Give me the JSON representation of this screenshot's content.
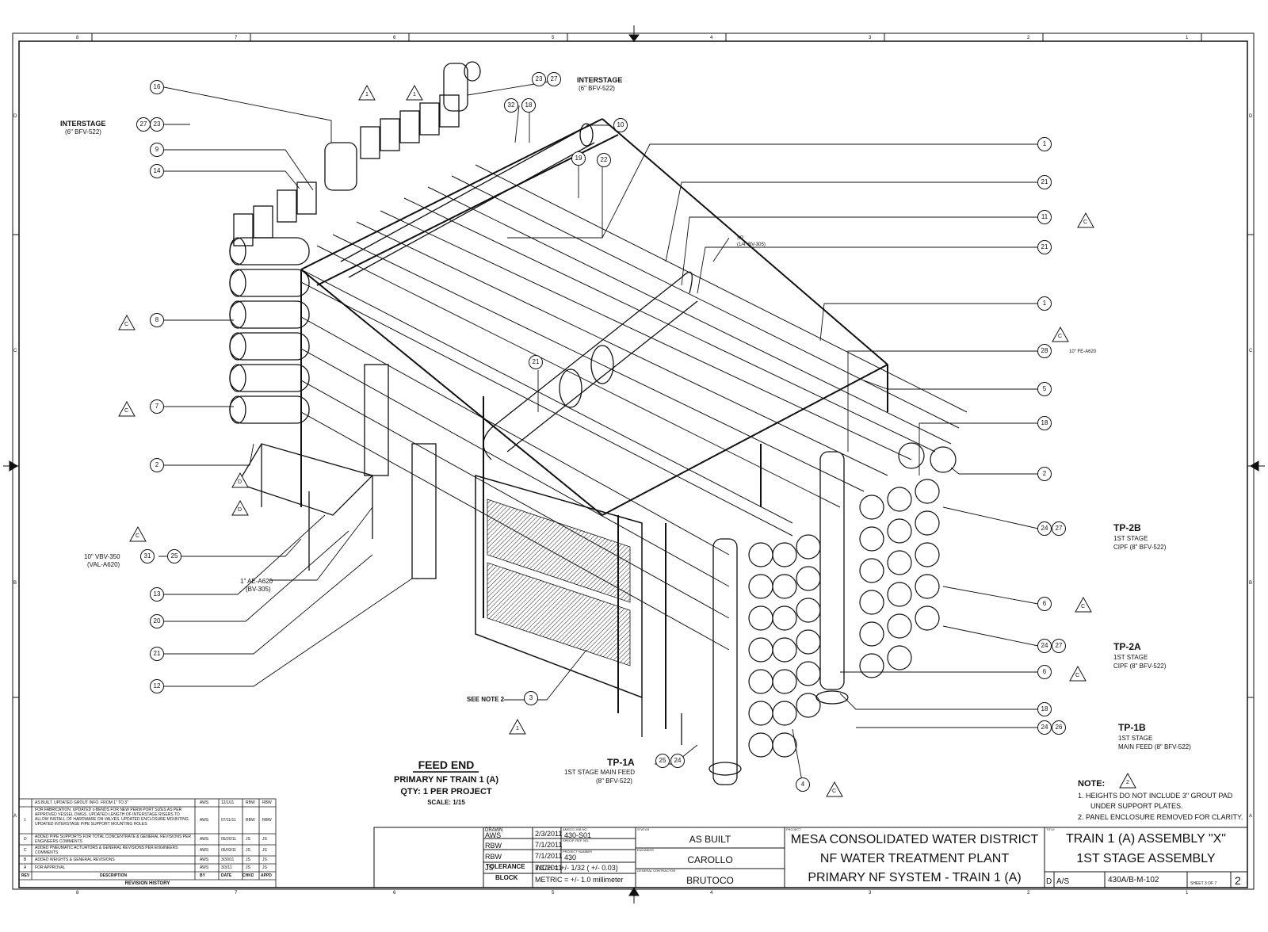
{
  "border": {
    "col_labels": [
      "8",
      "7",
      "6",
      "5",
      "4",
      "3",
      "2",
      "1"
    ],
    "row_labels": [
      "D",
      "C",
      "B",
      "A"
    ]
  },
  "title": {
    "main": "FEED END",
    "sub1": "PRIMARY NF TRAIN 1 (A)",
    "sub2": "QTY: 1 PER PROJECT",
    "scale": "SCALE: 1/15"
  },
  "balloons": {
    "left": [
      "16",
      "9",
      "14",
      "8",
      "7",
      "2",
      "13",
      "20",
      "21",
      "12"
    ],
    "top": [
      "23",
      "27",
      "32",
      "18",
      "10",
      "19",
      "22"
    ],
    "right": [
      "1",
      "21",
      "11",
      "21",
      "1",
      "28",
      "5",
      "18",
      "2",
      "24",
      "27",
      "6",
      "24",
      "27",
      "6",
      "18",
      "24",
      "26"
    ],
    "interior": [
      "21",
      "3",
      "25",
      "24",
      "4",
      "31",
      "25",
      "27",
      "23"
    ]
  },
  "callouts": {
    "interstage_left": "INTERSTAGE",
    "interstage_left_sub": "(6\" BFV-522)",
    "interstage_top": "INTERSTAGE",
    "interstage_top_sub": "(6\" BFV-522)",
    "sp": "SP",
    "sp_sub": "(1/4\" BV-305)",
    "fe": "10\" FE-A620",
    "vbv": "10\" VBV-350",
    "vbv_sub": "(VAL-A620)",
    "ae": "1\" AE-A620",
    "ae_sub": "(BV-305)",
    "see_note": "SEE NOTE 2",
    "tp2b": "TP-2B",
    "tp2b_1": "1ST STAGE",
    "tp2b_2": "CIPF (8\" BFV-522)",
    "tp2a": "TP-2A",
    "tp2a_1": "1ST STAGE",
    "tp2a_2": "CIPF (8\" BFV-522)",
    "tp1b": "TP-1B",
    "tp1b_1": "1ST STAGE",
    "tp1b_2": "MAIN FEED (8\" BFV-522)",
    "tp1a": "TP-1A",
    "tp1a_1": "1ST STAGE MAIN FEED",
    "tp1a_2": "(8\" BFV-522)"
  },
  "notes": {
    "heading": "NOTE:",
    "n1": "1. HEIGHTS DO NOT INCLUDE 3\" GROUT PAD",
    "n1b": "UNDER SUPPORT PLATES.",
    "n2": "2. PANEL ENCLOSURE REMOVED FOR CLARITY."
  },
  "revisions": {
    "rows": [
      {
        "rev": "",
        "desc": "AS BUILT. UPDATED GROUT INFO. FROM 1\" TO 3\"",
        "by": "AWS",
        "date": "12/1/11",
        "chkd": "RBW",
        "appd": "RBW"
      },
      {
        "rev": "1",
        "desc": "FOR FABRICATION. UPDATED x-BENDS FOR NEW PERM PORT SIZES AS PER APPROVED VESSEL DWGS. UPDATED LENGTH OF INTERSTAGE RISERS TO ALLOW INSTALL OF HARDWARE ON VALVES. UPDATED ENCLOSURE MOUNTING. UPDATED INTERSTAGE PIPE SUPPORT MOUNTING HOLES",
        "by": "AWS",
        "date": "07/11/11",
        "chkd": "RBW",
        "appd": "RBW"
      },
      {
        "rev": "D",
        "desc": "ADDED PIPE SUPPORTS FOR TOTAL CONCENTRATE & GENERAL REVISIONS PER ENGINEERS COMMENTS",
        "by": "AWS",
        "date": "05/20/11",
        "chkd": "JS",
        "appd": "JS"
      },
      {
        "rev": "C",
        "desc": "ADDED PNEUMATIC ACTUATORS & GENERAL REVISIONS PER ENGINEERS COMMENTS",
        "by": "AWS",
        "date": "05/03/11",
        "chkd": "JS",
        "appd": "JS"
      },
      {
        "rev": "B",
        "desc": "ADDED WEIGHTS & GENERAL REVISIONS",
        "by": "AWS",
        "date": "3/30/11",
        "chkd": "JS",
        "appd": "JS"
      },
      {
        "rev": "A",
        "desc": "FOR APPROVAL",
        "by": "AWS",
        "date": "3/3/11",
        "chkd": "JS",
        "appd": "JS"
      }
    ],
    "header": {
      "rev": "REV",
      "desc": "DESCRIPTION",
      "by": "BY",
      "date": "DATE",
      "chkd": "CHKD",
      "appd": "APPD"
    },
    "footer": "REVISION HISTORY"
  },
  "title_block": {
    "drawn_label": "DRAWN",
    "rows": [
      {
        "role": "AWS",
        "date": "2/3/2011"
      },
      {
        "role": "RBW",
        "date": "7/1/2011"
      },
      {
        "role": "RBW",
        "date": "7/1/2011"
      },
      {
        "role": "JS",
        "date": "7/1/2011"
      }
    ],
    "ref1_label": "AMSCO JOB NO.",
    "ref1": "430-S01",
    "ref2_label": "SPECIF. REF. NO.",
    "ref3_label": "PROJECT NUMBER",
    "ref3": "430",
    "tolerance": "TOLERANCE",
    "block": "BLOCK",
    "inch": "INCH = +/- 1/32 ( +/- 0.03)",
    "metric": "METRIC = +/- 1.0 millimeter",
    "status_label": "STATUS",
    "status": "AS BUILT",
    "engineer_label": "ENGINEER",
    "engineer": "CAROLLO",
    "gc_label": "GENERAL CONTRACTOR",
    "gc": "BRUTOCO",
    "project_label": "PROJECT",
    "project1": "MESA CONSOLIDATED WATER DISTRICT",
    "project2": "NF WATER TREATMENT PLANT",
    "project3": "PRIMARY NF SYSTEM - TRAIN 1 (A)",
    "title_label": "TITLE",
    "title1": "TRAIN 1 (A) ASSEMBLY \"X\"",
    "title2": "1ST STAGE ASSEMBLY",
    "size": "D",
    "scale": "A/S",
    "dwg": "430A/B-M-102",
    "sheet": "SHEET 3  OF 7",
    "rev": "2"
  }
}
